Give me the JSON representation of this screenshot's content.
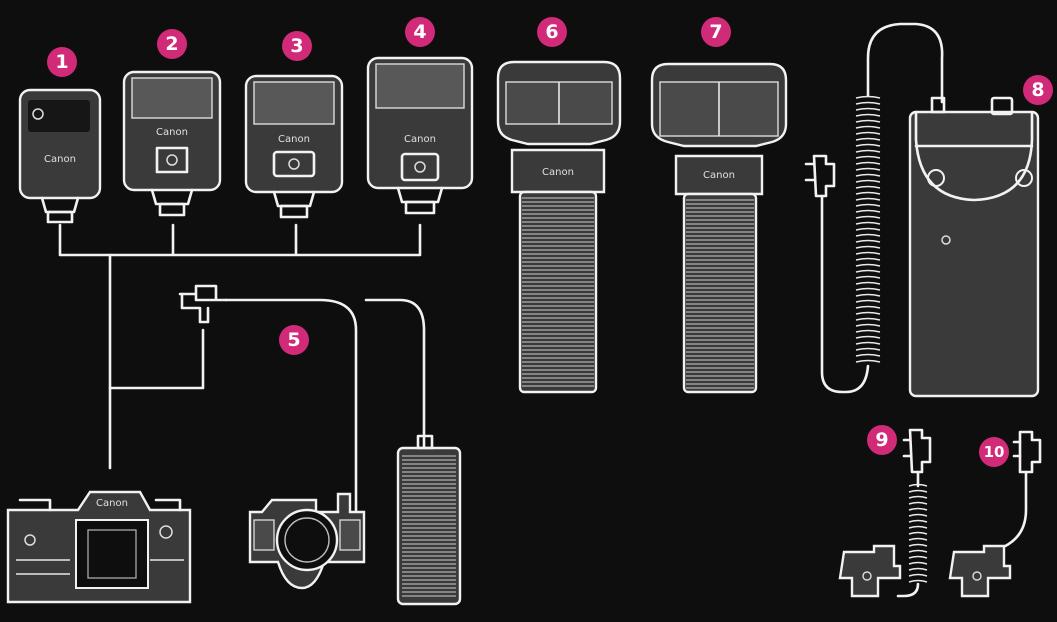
{
  "colors": {
    "background": "#0e0e0e",
    "accent": "#d12a78",
    "line": "#f2f2f2"
  },
  "callouts": [
    {
      "id": "flash-1",
      "number": "1"
    },
    {
      "id": "flash-2",
      "number": "2"
    },
    {
      "id": "flash-3",
      "number": "3"
    },
    {
      "id": "flash-4",
      "number": "4"
    },
    {
      "id": "macro-ring-flash-kit",
      "number": "5"
    },
    {
      "id": "handle-flash-6",
      "number": "6"
    },
    {
      "id": "handle-flash-7",
      "number": "7"
    },
    {
      "id": "battery-pack",
      "number": "8"
    },
    {
      "id": "coiled-connecting-cord",
      "number": "9"
    },
    {
      "id": "short-connecting-cord",
      "number": "10"
    }
  ],
  "brand_labels": {
    "flash_1": "Canon",
    "flash_2": "Canon",
    "flash_3": "Canon",
    "flash_4": "Canon",
    "handle_6": "Canon",
    "handle_7": "Canon",
    "camera": "Canon"
  }
}
